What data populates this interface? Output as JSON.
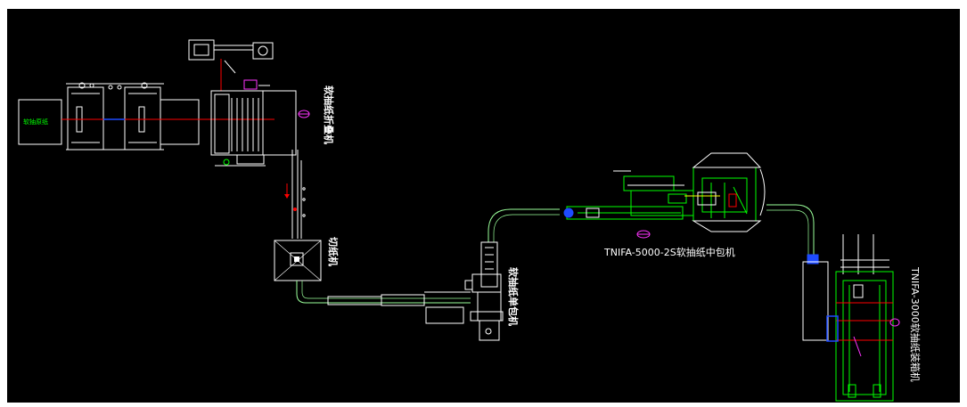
{
  "drawing": {
    "background": "#000000",
    "frame_color": "#ffffff",
    "machines": [
      {
        "id": "unwind-stand-box",
        "label": "软抽原纸"
      },
      {
        "id": "folding-machine",
        "label": "软抽纸折叠机"
      },
      {
        "id": "log-saw",
        "label": "切纸机"
      },
      {
        "id": "single-bag-packer",
        "label": "软抽纸单包机"
      },
      {
        "id": "bundler",
        "label": "TNIFA-5000-2S软抽纸中包机"
      },
      {
        "id": "case-packer",
        "label": "TNIFA-3000软抽纸装箱机"
      }
    ],
    "colors": {
      "conveyor": "#9aff9a",
      "machine_outline": "#ffffff",
      "green_frame": "#00ff00",
      "red_line": "#ff0000",
      "blue_part": "#1e4bff",
      "magenta_part": "#ff33ff",
      "yellow_part": "#ffff00"
    }
  }
}
